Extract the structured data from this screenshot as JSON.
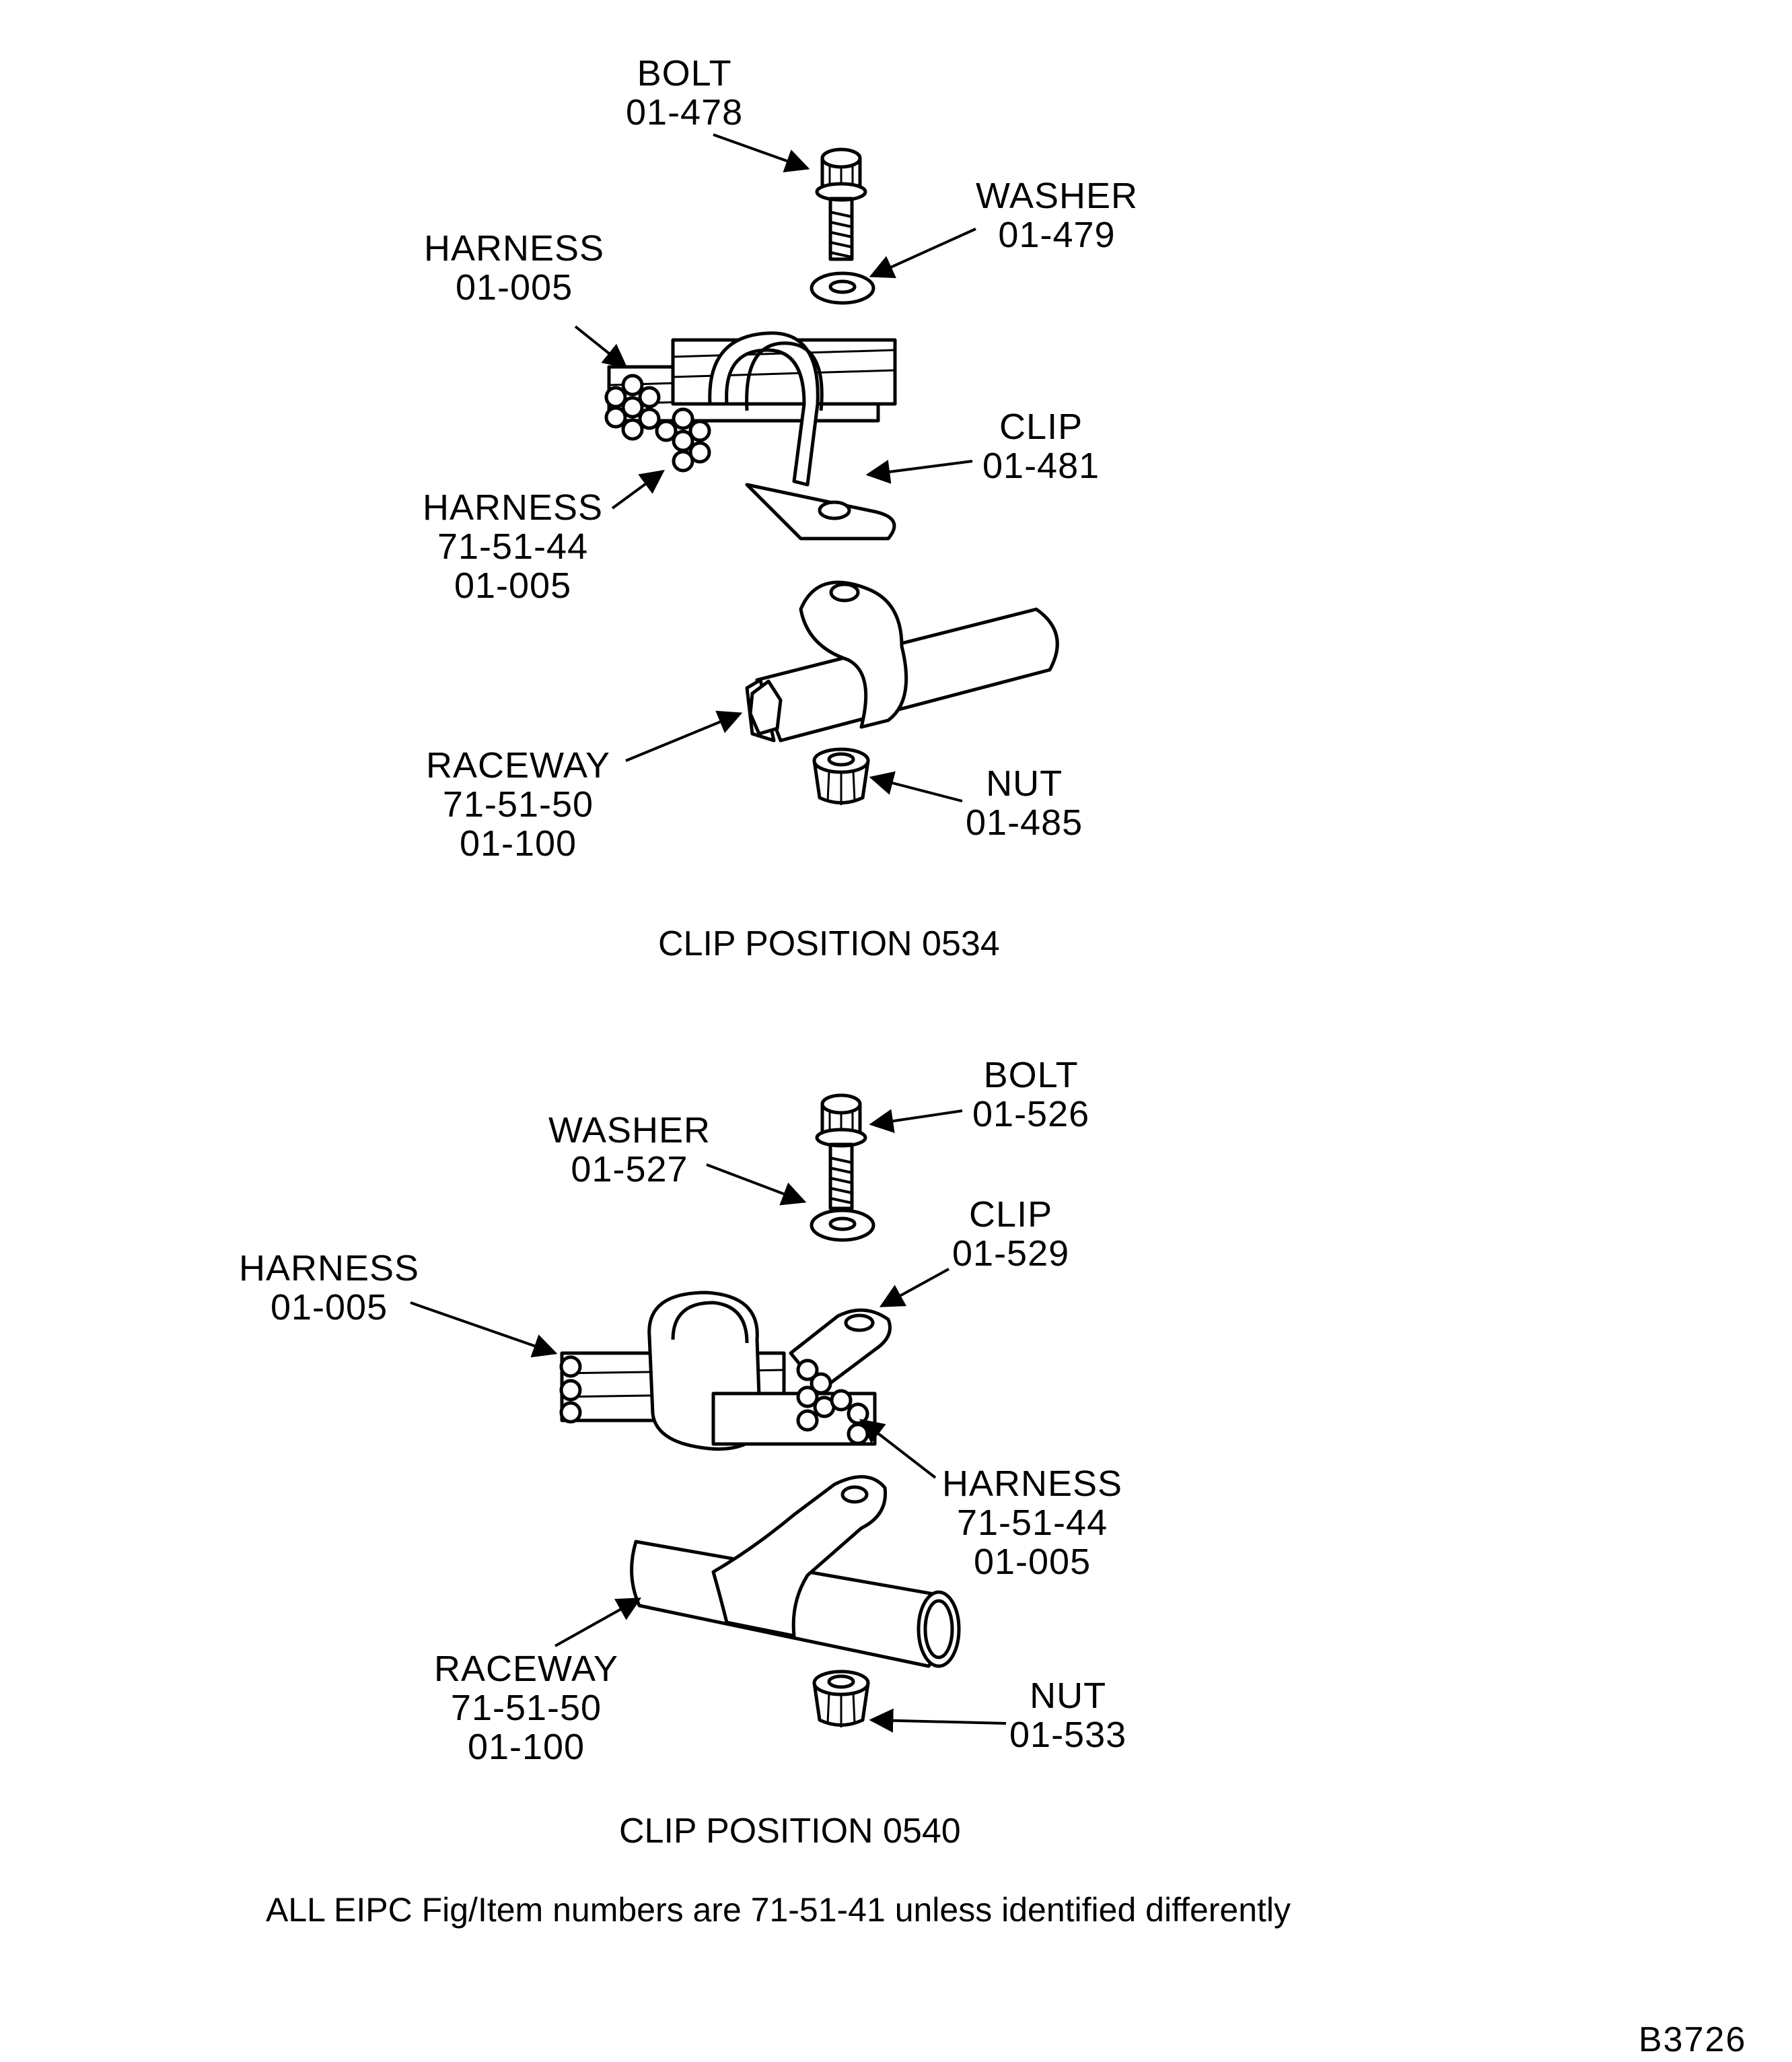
{
  "fig1": {
    "title": "CLIP POSITION 0534",
    "bolt": [
      "BOLT",
      "01-478"
    ],
    "washer": [
      "WASHER",
      "01-479"
    ],
    "harness_a": [
      "HARNESS",
      "01-005"
    ],
    "clip": [
      "CLIP",
      "01-481"
    ],
    "harness_b": [
      "HARNESS",
      "71-51-44",
      "01-005"
    ],
    "raceway": [
      "RACEWAY",
      "71-51-50",
      "01-100"
    ],
    "nut": [
      "NUT",
      "01-485"
    ]
  },
  "fig2": {
    "title": "CLIP POSITION 0540",
    "bolt": [
      "BOLT",
      "01-526"
    ],
    "washer": [
      "WASHER",
      "01-527"
    ],
    "clip": [
      "CLIP",
      "01-529"
    ],
    "harness_a": [
      "HARNESS",
      "01-005"
    ],
    "harness_b": [
      "HARNESS",
      "71-51-44",
      "01-005"
    ],
    "raceway": [
      "RACEWAY",
      "71-51-50",
      "01-100"
    ],
    "nut": [
      "NUT",
      "01-533"
    ]
  },
  "footer_note": "ALL EIPC Fig/Item numbers are 71-51-41 unless identified differently",
  "drawing_code": "B3726"
}
